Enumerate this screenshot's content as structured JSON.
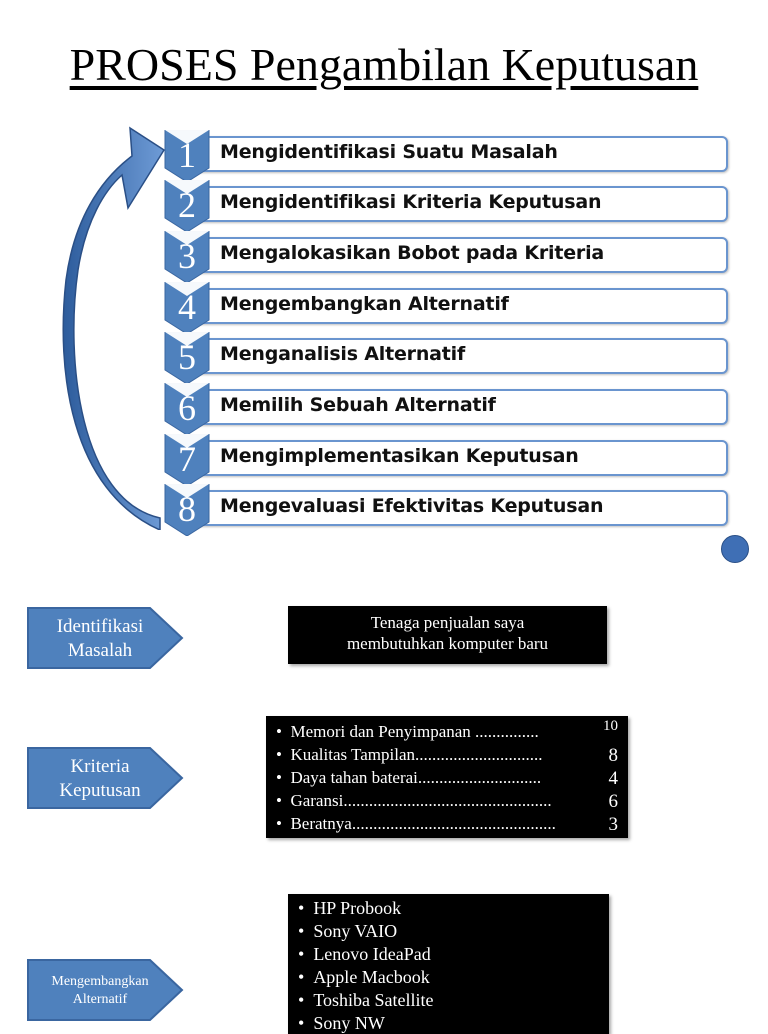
{
  "title": "PROSES Pengambilan Keputusan",
  "steps": [
    {
      "num": "1",
      "label": "Mengidentifikasi Suatu Masalah"
    },
    {
      "num": "2",
      "label": "Mengidentifikasi Kriteria Keputusan"
    },
    {
      "num": "3",
      "label": "Mengalokasikan Bobot pada Kriteria"
    },
    {
      "num": "4",
      "label": "Mengembangkan Alternatif"
    },
    {
      "num": "5",
      "label": "Menganalisis Alternatif"
    },
    {
      "num": "6",
      "label": "Memilih Sebuah Alternatif"
    },
    {
      "num": "7",
      "label": "Mengimplementasikan Keputusan"
    },
    {
      "num": "8",
      "label": "Mengevaluasi Efektivitas Keputusan"
    }
  ],
  "colors": {
    "accent": "#4f81bd",
    "border": "#6a95cf",
    "box": "#000000"
  },
  "sections": {
    "identify": {
      "label_line1": "Identifikasi",
      "label_line2": "Masalah",
      "text_line1": "Tenaga penjualan saya",
      "text_line2": "membutuhkan komputer baru"
    },
    "criteria": {
      "label_line1": "Kriteria",
      "label_line2": "Keputusan",
      "items": [
        {
          "name": "Memori dan Penyimpanan ...............",
          "value": "10"
        },
        {
          "name": "Kualitas Tampilan..............................",
          "value": "8"
        },
        {
          "name": "Daya tahan baterai.............................",
          "value": "4"
        },
        {
          "name": "Garansi.................................................",
          "value": "6"
        },
        {
          "name": "Beratnya................................................",
          "value": "3"
        }
      ]
    },
    "alternatives": {
      "label_line1": "Mengembangkan",
      "label_line2": "Alternatif",
      "items": [
        "HP Probook",
        "Sony VAIO",
        "Lenovo IdeaPad",
        "Apple Macbook",
        "Toshiba Satellite",
        "Sony NW"
      ]
    }
  }
}
